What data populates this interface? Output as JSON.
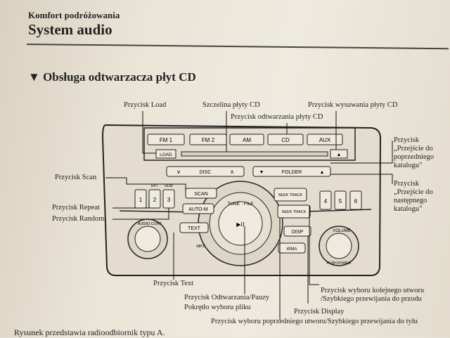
{
  "header": {
    "section": "Komfort podróżowania",
    "title": "System audio",
    "heading_marker": "▼",
    "heading": "Obsługa odtwarzacza płyt CD"
  },
  "labels": {
    "load": "Przycisk Load",
    "slot": "Szczelina płyty CD",
    "eject": "Przycisk wysuwania płyty CD",
    "play_cd": "Przycisk odtwarzania płyty CD",
    "prev_folder": "Przycisk „Przejście do poprzedniego katalogu\"",
    "next_folder": "Przycisk „Przejście do następnego katalogu\"",
    "scan": "Przycisk Scan",
    "repeat": "Przycisk Repeat",
    "random": "Przycisk Random",
    "text": "Przycisk Text",
    "play_pause": "Przycisk Odtwarzania/Pauzy",
    "knob": "Pokrętło wyboru pliku",
    "next_track": "Przycisk wyboru kolejnego utworu /Szybkiego przewijania do przodu",
    "display": "Przycisk Display",
    "prev_track": "Przycisk wyboru poprzedniego utworu/Szybkiego przewijania do tyłu"
  },
  "radio": {
    "top_buttons": [
      "FM 1",
      "FM 2",
      "AM",
      "CD",
      "AUX"
    ],
    "load": "LOAD",
    "eject": "▲",
    "disc": "DISC",
    "folder": "FOLDER",
    "scan": "SCAN",
    "auto_m": "AUTO-M",
    "text": "TEXT",
    "presets": [
      "1",
      "2",
      "3",
      "4",
      "5",
      "6"
    ],
    "rpt": "RPT",
    "rdm": "RDM",
    "audio_control": "AUDIO CONT",
    "tune_file": "TUNE · FILE",
    "play": "▶II",
    "seek_track_up": "SEEK TRACK",
    "seek_track_down": "SEEK TRACK",
    "disp": "DISP",
    "wma": "WMA",
    "volume": "VOLUME",
    "power": "PUSH POWER",
    "mp3": "MP3"
  },
  "footer": {
    "text": "Rysunek przedstawia radioodbiornik typu A."
  }
}
